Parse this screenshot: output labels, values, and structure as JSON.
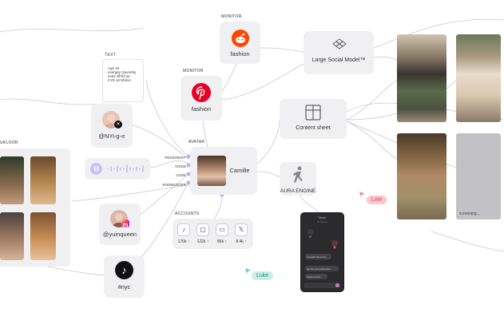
{
  "labels": {
    "monitor_top": "MONITOR",
    "monitor_mid": "MONITOR",
    "text_tag": "TEXT",
    "lookbook_tag": "UKLOOR",
    "avatar_tag": "AVATAR",
    "accounts_tag": "ACCOUNTS"
  },
  "reddit": {
    "label": "fashion",
    "icon": "reddit-icon",
    "color": "#ff4500"
  },
  "pinterest": {
    "label": "fashion",
    "icon": "pinterest-icon",
    "color": "#e60023"
  },
  "text_card": {
    "lines": [
      "Age 33",
      "exergpy Quverkty",
      "extio slhfrd as",
      "KYE an'slblion"
    ]
  },
  "twitter_handle": "@NYi-g-ır",
  "instagram_handle": "@yuinqueen",
  "tiktok_tag": "#nyc",
  "avatar": {
    "name": "Camille",
    "attributes": [
      "PESSONAH\"",
      "VOICE",
      "LOOK",
      "KNOWLDGER"
    ]
  },
  "accounts": [
    {
      "icon": "tiktok-icon",
      "value": "170k ↑"
    },
    {
      "icon": "paper-icon",
      "value": "122k ↑"
    },
    {
      "icon": "chat-icon",
      "value": "86k ↑"
    },
    {
      "icon": "x-icon",
      "value": "8.4k ↑"
    }
  ],
  "large_model": {
    "label": "Large Social Model™"
  },
  "content_sheet": {
    "label": "Content sheet"
  },
  "aura_engine": {
    "label": "AURA ENGINE"
  },
  "screening": "screening...",
  "cursors": [
    {
      "name": "Lele",
      "color": "#f4a6ad"
    },
    {
      "name": "Luke",
      "color": "#a8e6dc"
    }
  ],
  "phone": {
    "title": "Tdnmr",
    "subtitle": "Pcrtcwot",
    "msg_out": "mol aplir hnlo rncal",
    "msg_in": "Ilqs nlm pleomakniprtlon",
    "msg_in2": "Inlrlinmnnnlrd"
  }
}
